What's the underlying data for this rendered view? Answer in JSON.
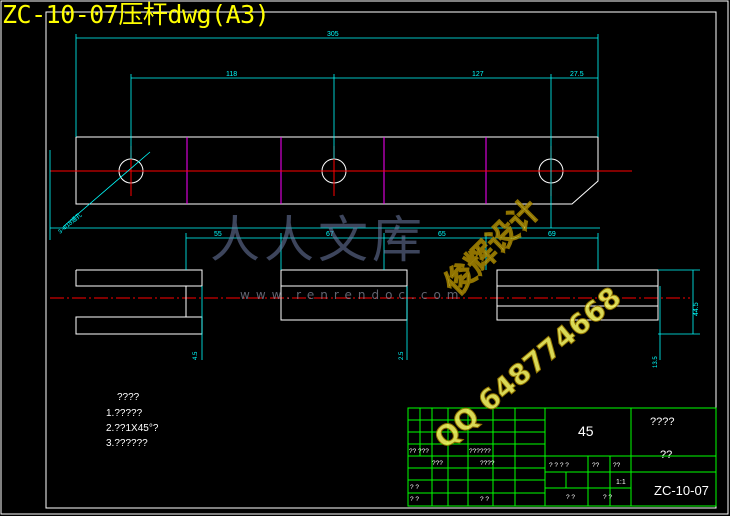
{
  "window": {
    "title": "ZC-10-07压杆dwg(A3)"
  },
  "dimensions": {
    "overall_length": "305",
    "top_left": "118",
    "top_mid": "127",
    "top_right": "27.5",
    "diag": "3-Φ18通孔",
    "bottom_1": "55",
    "bottom_2": "67",
    "bottom_3": "65",
    "bottom_4": "69",
    "vert_1": "4.5",
    "vert_2": "2.5",
    "vert_3": "13.5",
    "vert_4": "44.5"
  },
  "notes": {
    "title": "????",
    "line1": "1.?????",
    "line2": "2.??1X45°?",
    "line3": "3.??????"
  },
  "title_block": {
    "material": "45",
    "name": "????",
    "qty": "??",
    "code": "ZC-10-07",
    "scale": "1:1",
    "small": [
      "?? ???",
      "??????",
      "????",
      "? ? ? ?",
      "??",
      "??",
      "? ?",
      "? ?",
      "? ?",
      "? ?",
      "? ?",
      "???"
    ]
  },
  "watermarks": {
    "logo": "人人文库",
    "site": "www.renrendoc.com",
    "designer": "俊辉设计",
    "qq": "QQ 648774668"
  }
}
